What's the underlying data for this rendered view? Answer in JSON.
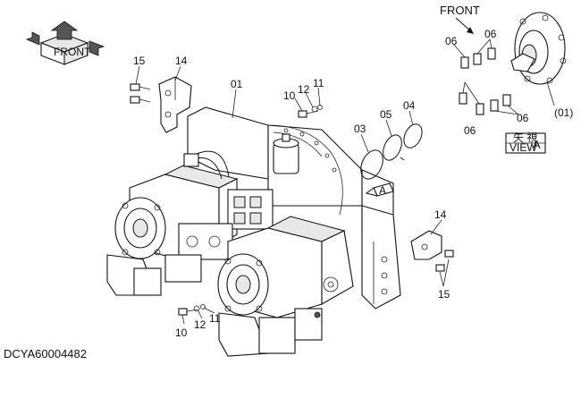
{
  "drawing_code": "DCYA60004482",
  "callouts": {
    "c01": "01",
    "c14_top": "14",
    "c15_top": "15",
    "c10_top": "10",
    "c12_top": "12",
    "c11_top": "11",
    "c03": "03",
    "c05": "05",
    "c04": "04",
    "c14_right": "14",
    "c15_right": "15",
    "c10_bot": "10",
    "c12_bot": "12",
    "c11_bot": "11",
    "c06_a": "06",
    "c06_b": "06",
    "c06_c": "06",
    "c06_d": "06",
    "c01_paren": "(01)"
  },
  "front_label": "FRONT",
  "view_ref": "A",
  "view_box": {
    "jp_text": "矢 視",
    "view_text": "VIEW",
    "letter": "A"
  },
  "orientation_icon": {
    "text": "FRONT"
  }
}
